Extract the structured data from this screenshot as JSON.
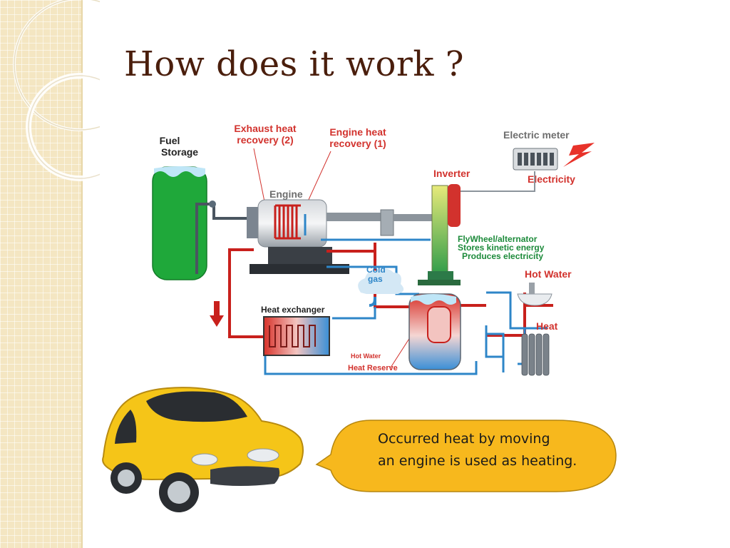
{
  "slide": {
    "title": "How does it work ?"
  },
  "diagram": {
    "labels": {
      "fuel_storage": [
        "Fuel",
        "Storage"
      ],
      "exhaust_heat_recovery": [
        "Exhaust heat",
        "recovery  (2)"
      ],
      "engine_heat_recovery": [
        "Engine heat",
        "recovery  (1)"
      ],
      "electric_meter": "Electric meter",
      "inverter": "Inverter",
      "electricity": "Electricity",
      "engine": "Engine",
      "flywheel": [
        "FlyWheel/alternator",
        "Stores kinetic energy",
        "Produces electricity"
      ],
      "cold_gas": [
        "Cold",
        "gas"
      ],
      "hot_water_right": "Hot Water",
      "heat_exchanger": "Heat exchanger",
      "heat": "Heat",
      "hot_water_small": "Hot Water",
      "heat_reserve": "Heat Reserve"
    },
    "colors": {
      "hot": "#c8201c",
      "cold": "#2e86c8",
      "label_red": "#d2322d",
      "label_gray": "#6e6e6e",
      "label_green": "#1c8a3a",
      "tank_green": "#1fa83a"
    },
    "icons": [
      "fuel-tank-icon",
      "engine-icon",
      "electric-meter-icon",
      "lightning-icon",
      "flywheel-icon",
      "inverter-icon",
      "heat-exchanger-icon",
      "cloud-icon",
      "storage-tank-icon",
      "faucet-icon",
      "radiator-icon",
      "down-arrow-icon"
    ]
  },
  "callout": {
    "lines": [
      "Occurred heat by moving",
      "an engine is used as heating."
    ],
    "fill": "#f7b81d"
  },
  "car": {
    "icon": "car-icon",
    "color": "#f5c518"
  }
}
